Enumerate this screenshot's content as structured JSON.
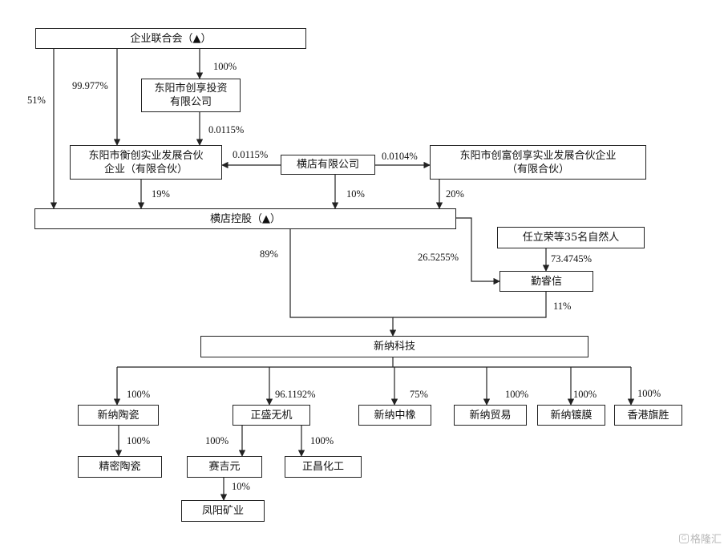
{
  "nodes": {
    "enterprise_union": "企业联合会（▲）",
    "dongyang_chuangxiang_invest": [
      "东阳市创享投资",
      "有限公司"
    ],
    "dongyang_hengchuang": [
      "东阳市衡创实业发展合伙",
      "企业（有限合伙）"
    ],
    "hengdian_ltd": "横店有限公司",
    "dongyang_chuangfu": [
      "东阳市创富创享实业发展合伙企业",
      "（有限合伙）"
    ],
    "hengdian_holding": "横店控股（▲）",
    "ren_lirong": "任立荣等35名自然人",
    "qinruixin": "勤睿信",
    "xinna_tech": "新纳科技",
    "xinna_ceramic": "新纳陶瓷",
    "zhengsheng_inorganic": "正盛无机",
    "xinna_zhongxiang": "新纳中橡",
    "xinna_trade": "新纳贸易",
    "xinna_coating": "新纳镀膜",
    "hk_qisheng": "香港旗胜",
    "precision_ceramic": "精密陶瓷",
    "saijiyuan": "赛吉元",
    "zhengchang_chem": "正昌化工",
    "fengyang_mining": "凤阳矿业"
  },
  "percents": {
    "union_to_holding": "51%",
    "union_to_hengchuang": "99.977%",
    "union_to_invest": "100%",
    "invest_to_hengchuang": "0.0115%",
    "hengdian_to_hengchuang": "0.0115%",
    "hengdian_to_chuangfu": "0.0104%",
    "hengchuang_to_holding": "19%",
    "hengdian_to_holding": "10%",
    "chuangfu_to_holding": "20%",
    "holding_to_tech": "89%",
    "holding_to_qinruixin": "26.5255%",
    "ren_to_qinruixin": "73.4745%",
    "qinruixin_to_tech": "11%",
    "tech_to_ceramic": "100%",
    "tech_to_zhengsheng": "96.1192%",
    "tech_to_zhongxiang": "75%",
    "tech_to_trade": "100%",
    "tech_to_coating": "100%",
    "tech_to_hk": "100%",
    "ceramic_to_precision": "100%",
    "zhengsheng_to_saijiyuan": "100%",
    "zhengsheng_to_zhengchang": "100%",
    "saijiyuan_to_fengyang": "10%"
  },
  "watermark": "格隆汇",
  "colors": {
    "line": "#222222",
    "watermark": "#b8b8b8"
  }
}
